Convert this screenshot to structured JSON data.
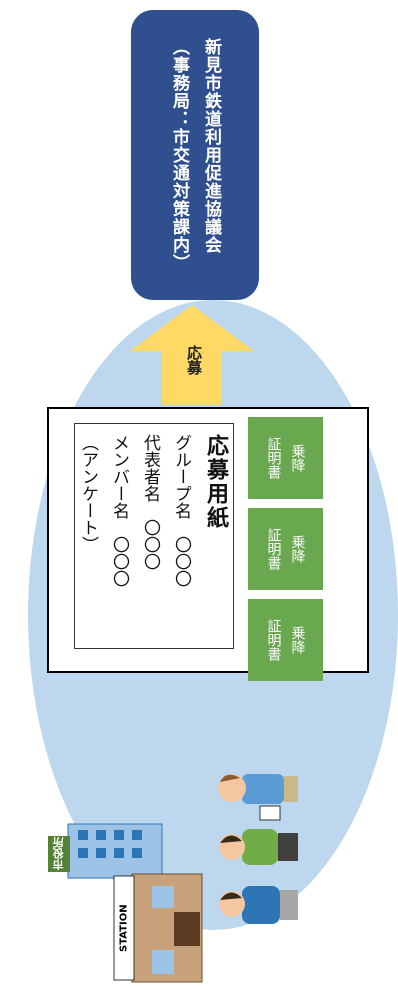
{
  "organization": {
    "line1": "新見市鉄道利用促進協議会",
    "line2": "（事務局：市交通対策課内）"
  },
  "arrow_label": "応募",
  "form": {
    "title": "応募用紙",
    "group_row": "グループ名　〇〇〇",
    "rep_row": "代表者名　〇〇〇",
    "member_row": "メンバー名　〇〇〇",
    "survey": "（アンケート）"
  },
  "certificates": [
    {
      "line1": "乗降",
      "line2": "証明書"
    },
    {
      "line1": "乗降",
      "line2": "証明書"
    },
    {
      "line1": "乗降",
      "line2": "証明書"
    }
  ],
  "signs": {
    "city_hall": "市役所",
    "station": "STATION"
  },
  "colors": {
    "navy": "#2f4f8f",
    "bubble": "#bdd7ee",
    "arrow": "#ffd966",
    "cert": "#6aa84f"
  }
}
